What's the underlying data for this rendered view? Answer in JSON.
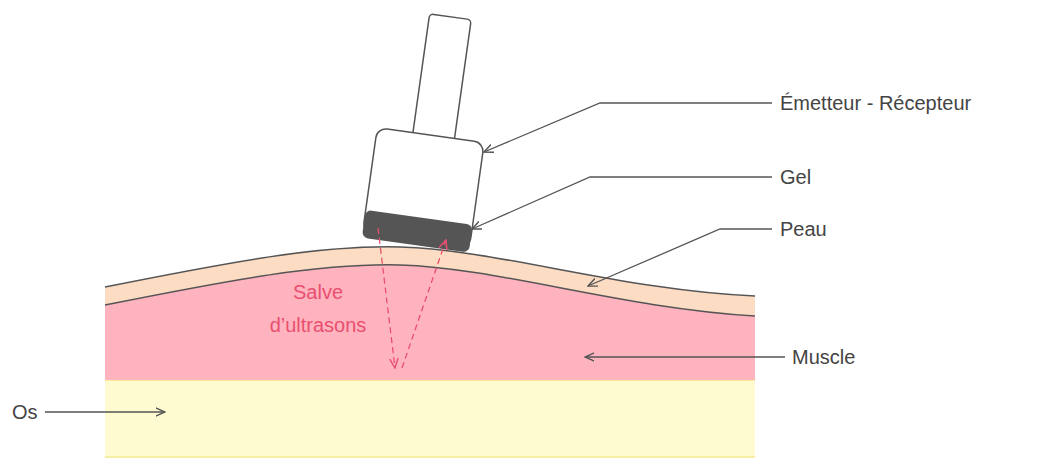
{
  "diagram": {
    "labels": [
      "Émetteur - Récepteur",
      "Gel",
      "Peau",
      "Salve d’ultrasons",
      "Muscle",
      "Os"
    ]
  }
}
